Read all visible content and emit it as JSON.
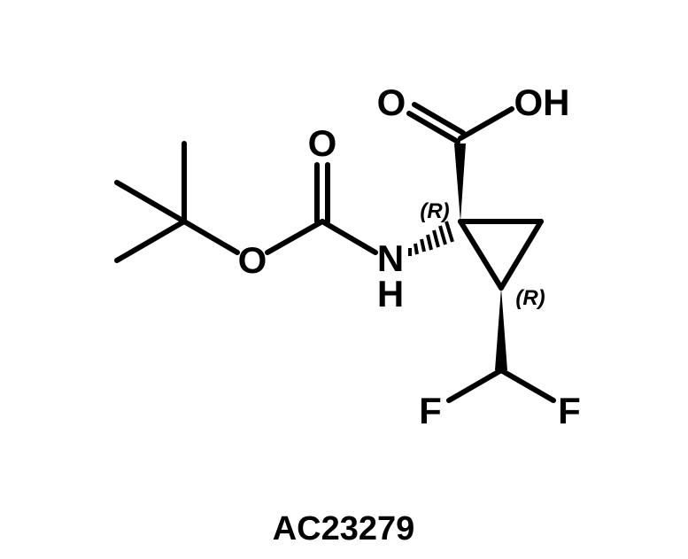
{
  "molecule": {
    "compound_id": "AC23279",
    "atoms": {
      "carbonyl_oxygen_carbamate": "O",
      "ester_oxygen": "O",
      "amide_nitrogen": "N",
      "amide_hydrogen": "H",
      "acid_carbonyl_oxygen": "O",
      "acid_hydroxyl": "OH",
      "fluorine_left": "F",
      "fluorine_right": "F"
    },
    "stereo_labels": {
      "c1": "(R)",
      "c2": "(R)"
    }
  },
  "colors": {
    "bond": "#000000",
    "background": "#ffffff"
  }
}
